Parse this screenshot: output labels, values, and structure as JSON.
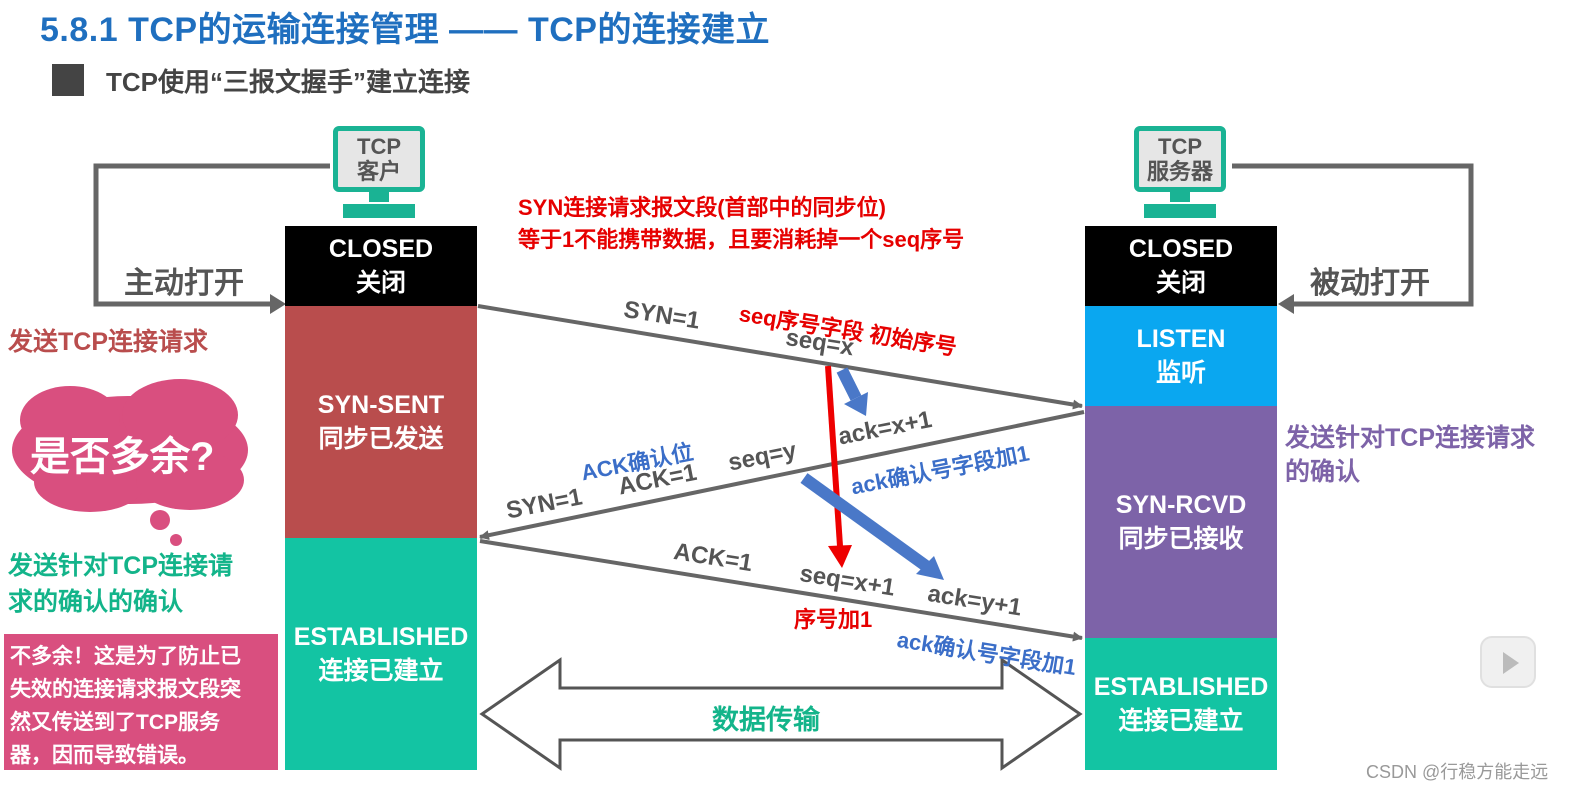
{
  "header": {
    "title": "5.8.1 TCP的运输连接管理 —— TCP的连接建立",
    "subtitle": "TCP使用“三报文握手”建立连接"
  },
  "client": {
    "icon_line1": "TCP",
    "icon_line2": "客户",
    "open_label": "主动打开",
    "states": [
      {
        "name": "CLOSED",
        "desc": "关闭",
        "color": "#000000"
      },
      {
        "name": "SYN-SENT",
        "desc": "同步已发送",
        "color": "#b94d4d"
      },
      {
        "name": "ESTABLISHED",
        "desc": "连接已建立",
        "color": "#13c4a3"
      }
    ]
  },
  "server": {
    "icon_line1": "TCP",
    "icon_line2": "服务器",
    "open_label": "被动打开",
    "states": [
      {
        "name": "CLOSED",
        "desc": "关闭",
        "color": "#000000"
      },
      {
        "name": "LISTEN",
        "desc": "监听",
        "color": "#0aa7f0"
      },
      {
        "name": "SYN-RCVD",
        "desc": "同步已接收",
        "color": "#7d63a8"
      },
      {
        "name": "ESTABLISHED",
        "desc": "连接已建立",
        "color": "#13c4a3"
      }
    ]
  },
  "side_notes": {
    "send_request": "发送TCP连接请求",
    "server_ack_line1": "发送针对TCP连接请求",
    "server_ack_line2": "的确认",
    "client_ack_line1": "发送针对TCP连接请",
    "client_ack_line2": "求的确认的确认",
    "question": "是否多余?",
    "answer_lines": [
      "不多余！这是为了防止已",
      "失效的连接请求报文段突",
      "然又传送到了TCP服务",
      "器，因而导致错误。"
    ]
  },
  "annotations": {
    "syn_note_line1": "SYN连接请求报文段(首部中的同步位)",
    "syn_note_line2": "等于1不能携带数据，且要消耗掉一个seq序号",
    "seq_field": "seq序号字段 初始序号",
    "ack_bit": "ACK确认位",
    "ack_field_plus1_a": "ack确认号字段加1",
    "seq_plus1": "序号加1",
    "ack_field_plus1_b": "ack确认号字段加1"
  },
  "messages": {
    "m1_syn": "SYN=1",
    "m1_seq": "seq=x",
    "m2_syn": "SYN=1",
    "m2_ack": "ACK=1",
    "m2_seq": "seq=y",
    "m2_acknum": "ack=x+1",
    "m3_ack": "ACK=1",
    "m3_seq": "seq=x+1",
    "m3_acknum": "ack=y+1"
  },
  "data_transfer": "数据传输",
  "watermark": "CSDN @行稳方能走远",
  "colors": {
    "title_blue": "#1f6fbf",
    "note_red": "#e60000",
    "note_blue": "#3b6ec8",
    "note_teal": "#13b48a",
    "note_purple": "#7d63a8",
    "note_brownred": "#b94d4d",
    "pink": "#d94f7f"
  }
}
